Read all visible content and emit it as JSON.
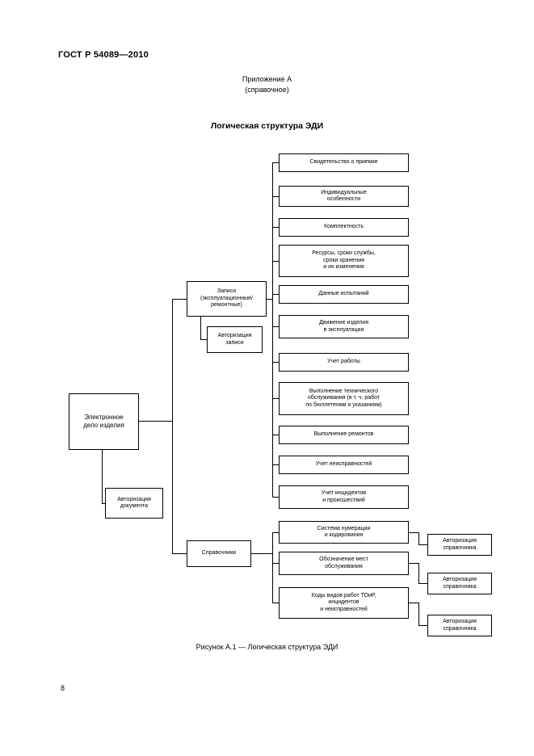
{
  "header": {
    "doc_number": "ГОСТ Р 54089—2010"
  },
  "annex": {
    "title": "Приложение А",
    "subtitle": "(справочное)"
  },
  "diagram_title": "Логическая структура ЭДИ",
  "colors": {
    "ink": "#000000",
    "paper": "#ffffff"
  },
  "diagram": {
    "root": {
      "label": "Электронное\nдело изделия"
    },
    "document_authorization": {
      "label": "Авторизация\nдокумента"
    },
    "records": {
      "label": "Записи\n(эксплуатационные/\nремонтные)"
    },
    "record_authorization": {
      "label": "Авторизация\nзаписи"
    },
    "references": {
      "label": "Справочники"
    },
    "record_children": [
      {
        "label": "Свидетельство о приемке"
      },
      {
        "label": "Индивидуальные\nособенности"
      },
      {
        "label": "Комплектность"
      },
      {
        "label": "Ресурсы, сроки службы,\nсроки хранения\nи их изменения"
      },
      {
        "label": "Данные испытаний"
      },
      {
        "label": "Движение изделия\nв эксплуатации"
      },
      {
        "label": "Учет работы"
      },
      {
        "label": "Выполнение технического\nобслуживания (в т. ч. работ\nпо бюллетеням и указаниям)"
      },
      {
        "label": "Выполнение ремонтов"
      },
      {
        "label": "Учет неисправностей"
      },
      {
        "label": "Учет инцидентов\nи происшествий"
      }
    ],
    "reference_children": [
      {
        "label": "Система нумерации\nи кодирования"
      },
      {
        "label": "Обозначение мест\nобслуживания"
      },
      {
        "label": "Коды видов работ ТОиР,\nинцидентов\nи неисправностей"
      }
    ],
    "reference_authorizations": [
      {
        "label": "Авторизация\nсправочника"
      },
      {
        "label": "Авторизация\nсправочника"
      },
      {
        "label": "Авторизация\nсправочника"
      }
    ]
  },
  "caption": "Рисунок А.1 — Логическая структура ЭДИ",
  "page_number": "8"
}
